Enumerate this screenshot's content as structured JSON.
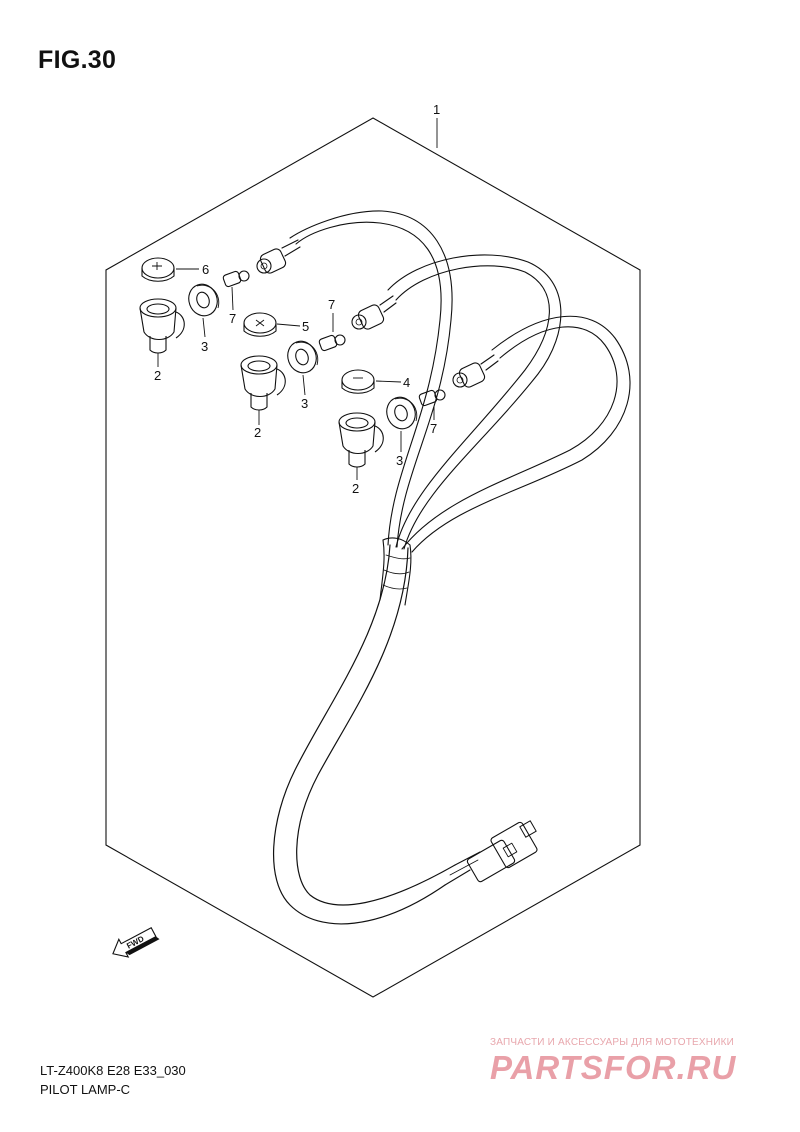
{
  "figure": {
    "number_label": "FIG.30",
    "model_code": "LT-Z400K8 E28 E33_030",
    "part_group_name": "PILOT LAMP-C"
  },
  "callouts": {
    "c1": "1",
    "c2a": "2",
    "c2b": "2",
    "c2c": "2",
    "c3a": "3",
    "c3b": "3",
    "c3c": "3",
    "c4": "4",
    "c5": "5",
    "c6": "6",
    "c7a": "7",
    "c7b": "7",
    "c7c": "7"
  },
  "direction_arrow": {
    "label": "FWD"
  },
  "watermark": {
    "tagline": "ЗАПЧАСТИ И АКСЕССУАРЫ ДЛЯ МОТОТЕХНИКИ",
    "brand": "PARTSFOR.RU"
  },
  "colors": {
    "line": "#111111",
    "watermark": "#e9a0a8",
    "background": "#ffffff"
  }
}
